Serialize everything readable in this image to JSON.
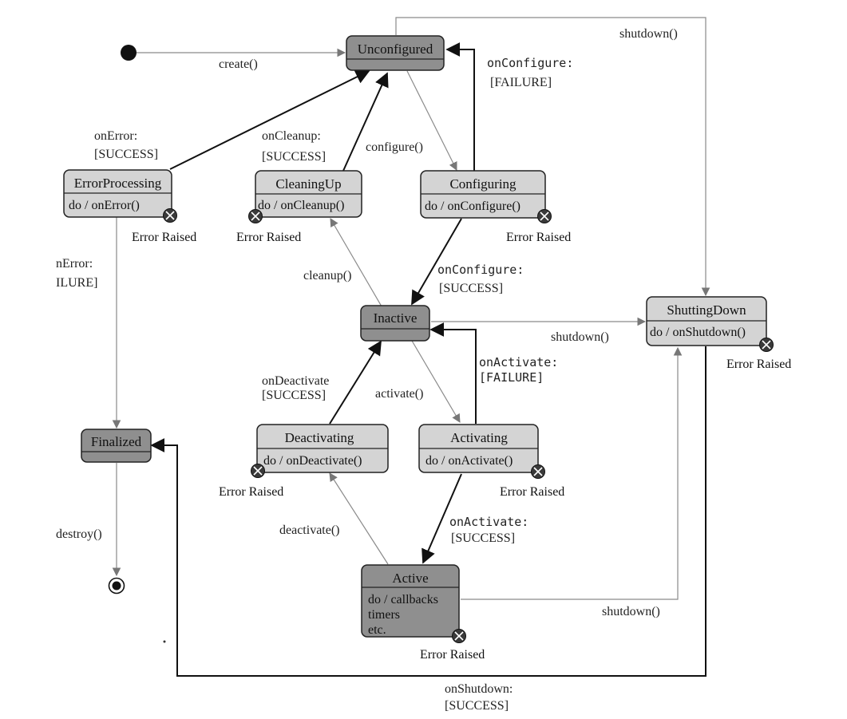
{
  "states": {
    "unconfigured": {
      "title": "Unconfigured"
    },
    "error_processing": {
      "title": "ErrorProcessing",
      "action": "do / onError()"
    },
    "cleaning_up": {
      "title": "CleaningUp",
      "action": "do / onCleanup()"
    },
    "configuring": {
      "title": "Configuring",
      "action": "do / onConfigure()"
    },
    "inactive": {
      "title": "Inactive"
    },
    "shutting_down": {
      "title": "ShuttingDown",
      "action": "do / onShutdown()"
    },
    "finalized": {
      "title": "Finalized"
    },
    "deactivating": {
      "title": "Deactivating",
      "action": "do / onDeactivate()"
    },
    "activating": {
      "title": "Activating",
      "action": "do / onActivate()"
    },
    "active": {
      "title": "Active",
      "action_lines": [
        "do / callbacks",
        "timers",
        "etc."
      ]
    }
  },
  "transitions": {
    "create": "create()",
    "shutdown_top": "shutdown()",
    "on_configure_failure": [
      "onConfigure:",
      "[FAILURE]"
    ],
    "on_error_success": [
      "onError:",
      "[SUCCESS]"
    ],
    "on_cleanup_success": [
      "onCleanup:",
      "[SUCCESS]"
    ],
    "configure": "configure()",
    "on_error_failure": [
      "nError:",
      "ILURE]"
    ],
    "cleanup": "cleanup()",
    "on_configure_success": [
      "onConfigure:",
      "[SUCCESS]"
    ],
    "shutdown_inactive": "shutdown()",
    "on_deactivate_success": [
      "onDeactivate",
      "[SUCCESS]"
    ],
    "activate": "activate()",
    "on_activate_failure": [
      "onActivate:",
      "[FAILURE]"
    ],
    "destroy": "destroy()",
    "deactivate": "deactivate()",
    "on_activate_success": [
      "onActivate:",
      "[SUCCESS]"
    ],
    "shutdown_active": "shutdown()",
    "on_shutdown_success": [
      "onShutdown:",
      "[SUCCESS]"
    ]
  },
  "error_label": "Error Raised",
  "colors": {
    "primary_state_fill": "#8f8f8f",
    "transition_state_fill": "#d4d4d4",
    "dark_edge": "#111111",
    "light_edge": "#8a8a8a"
  }
}
